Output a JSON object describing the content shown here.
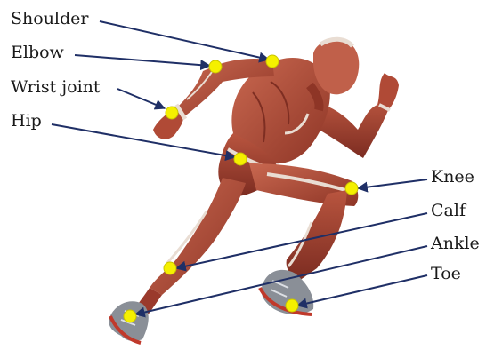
{
  "labels": {
    "shoulder": "Shoulder",
    "elbow": "Elbow",
    "wrist": "Wrist joint",
    "hip": "Hip",
    "knee": "Knee",
    "calf": "Calf",
    "ankle": "Ankle",
    "toe": "Toe"
  },
  "colors": {
    "muscle": "#b5503c",
    "muscle_dark": "#7e2e22",
    "tendon": "#e9ddd3",
    "shoe": "#8a8f97",
    "shoe_accent": "#c0392b",
    "marker": "#f5f000",
    "leader": "#1f2f66"
  }
}
